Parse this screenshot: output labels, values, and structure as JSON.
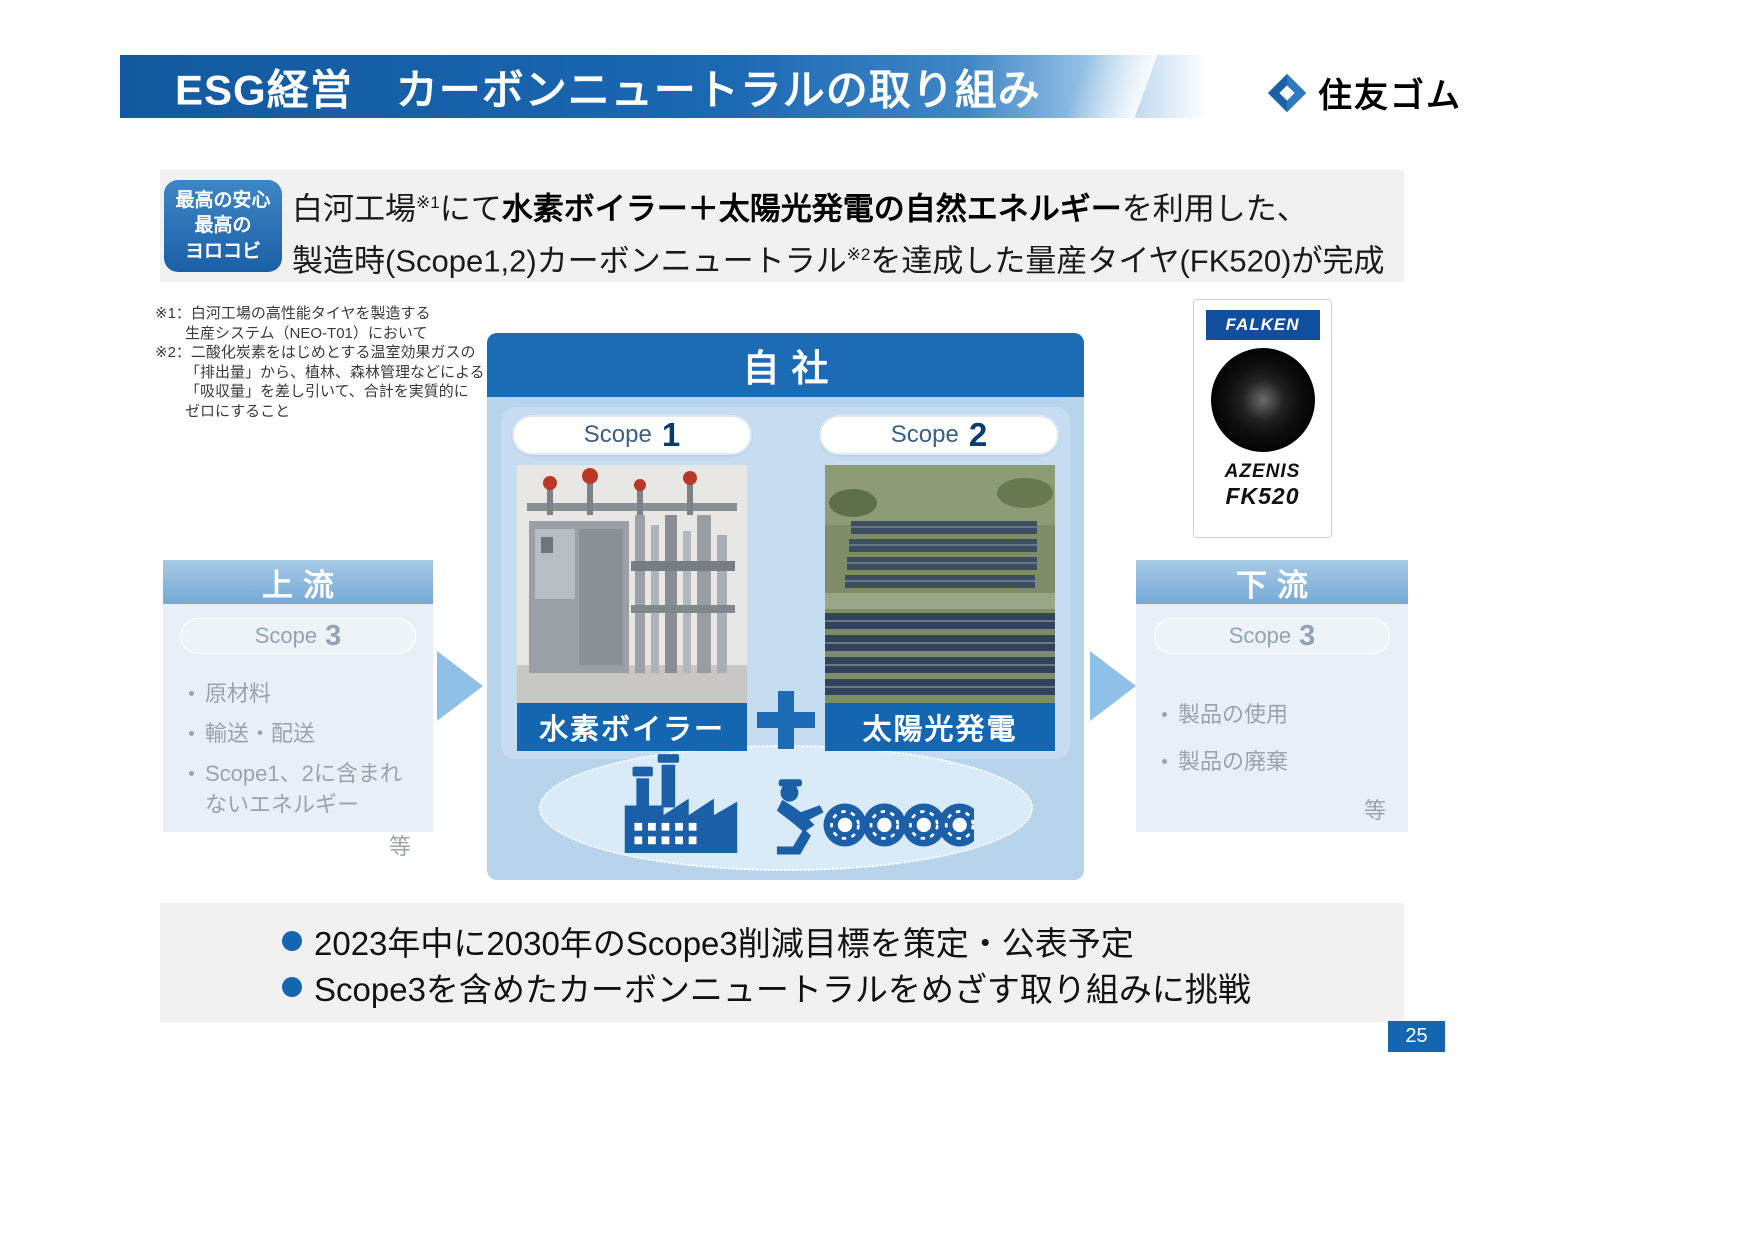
{
  "header": {
    "title": "ESG経営　カーボンニュートラルの取り組み",
    "logo_text": "住友ゴム"
  },
  "lead": {
    "badge": [
      "最高の安心",
      "最高の",
      "ヨロコビ"
    ],
    "line1": {
      "pre": "白河工場",
      "sup": "※1",
      "mid": "にて",
      "bold": "水素ボイラー＋太陽光発電の自然エネルギー",
      "post": "を利用した、"
    },
    "line2": {
      "pre": "製造時(Scope1,2)カーボンニュートラル",
      "sup": "※2",
      "post": "を達成した量産タイヤ(FK520)が完成"
    }
  },
  "footnotes": [
    "※1：白河工場の高性能タイヤを製造する",
    "生産システム（NEO-T01）において",
    "※2：二酸化炭素をはじめとする温室効果ガスの",
    "「排出量」から、植林、森林管理などによる",
    "「吸収量」を差し引いて、合計を実質的に",
    "ゼロにすること"
  ],
  "tire_card": {
    "brand": "FALKEN",
    "model_line1": "AZENIS",
    "model_line2": "FK520"
  },
  "company_panel": {
    "title": "自社",
    "scope1": {
      "label": "Scope",
      "number": "1"
    },
    "scope2": {
      "label": "Scope",
      "number": "2"
    },
    "boiler_label": "水素ボイラー",
    "solar_label": "太陽光発電"
  },
  "upstream": {
    "title": "上流",
    "scope": {
      "label": "Scope",
      "number": "3"
    },
    "items": [
      "原材料",
      "輸送・配送",
      "Scope1、2に含まれないエネルギー"
    ],
    "etc": "等"
  },
  "downstream": {
    "title": "下流",
    "scope": {
      "label": "Scope",
      "number": "3"
    },
    "items": [
      "製品の使用",
      "製品の廃棄"
    ],
    "etc": "等"
  },
  "summary": {
    "bullets": [
      "2023年中に2030年のScope3削減目標を策定・公表予定",
      "Scope3を含めたカーボンニュートラルをめざす取り組みに挑戦"
    ]
  },
  "page_number": "25",
  "icons": {
    "logo_mark": "sumitomo-diamond",
    "factory": "factory-silhouette",
    "tire_rolling": "worker-rolling-tires",
    "flow_arrow": "right-triangle-arrow",
    "plus": "plus-cross"
  },
  "colors": {
    "header_blue": "#1a67b2",
    "deep_blue": "#1566b0",
    "panel_blue": "#b7d4ea",
    "light_box_blue": "#e9eff6",
    "gray_box": "#f1f1f1",
    "arrow_blue": "#8fc0e8",
    "falken_blue": "#0f4f9e"
  }
}
